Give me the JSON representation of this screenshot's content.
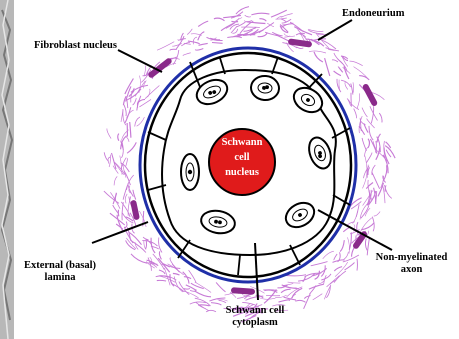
{
  "labels": {
    "endoneurium": "Endoneurium",
    "fibroblast_nucleus": "Fibroblast nucleus",
    "nucleus_line1": "Schwann",
    "nucleus_line2": "cell",
    "nucleus_line3": "nucleus",
    "external_lamina_line1": "External (basal)",
    "external_lamina_line2": "lamina",
    "non_myelinated_line1": "Non-myelinated",
    "non_myelinated_line2": "axon",
    "cytoplasm_line1": "Schwann cell",
    "cytoplasm_line2": "cytoplasm"
  },
  "colors": {
    "endoneurium_fibers": "#c77ad6",
    "fibroblast": "#8a2a8a",
    "basal_lamina": "#1f2fa8",
    "schwann_nucleus": "#e01b1b",
    "outline": "#000000",
    "left_edge_texture": "#9a9a9a"
  }
}
